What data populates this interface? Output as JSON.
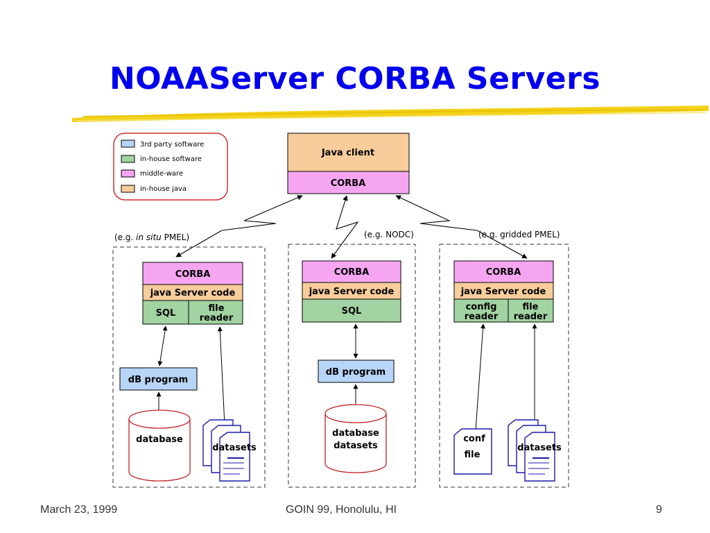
{
  "slide": {
    "title": "NOAAServer CORBA Servers",
    "footer_left": "March 23, 1999",
    "footer_center": "GOIN 99, Honolulu, HI",
    "footer_right": "9"
  },
  "colors": {
    "third_party": "#b7d5f7",
    "in_house_software": "#a2d3a2",
    "middle_ware": "#f6a6f1",
    "in_house_java": "#f8cd9b",
    "title": "#0000ee",
    "highlighter": "#f2d21c"
  },
  "legend": {
    "items": [
      {
        "label": "3rd party software",
        "color": "#b7d5f7"
      },
      {
        "label": "in-house software",
        "color": "#a2d3a2"
      },
      {
        "label": "middle-ware",
        "color": "#f6a6f1"
      },
      {
        "label": "in-house java",
        "color": "#f8cd9b"
      }
    ]
  },
  "client": {
    "top": "Java client",
    "bottom": "CORBA"
  },
  "servers": [
    {
      "caption_prefix": "(e.g. ",
      "caption_italic": "in situ",
      "caption_suffix": " PMEL)",
      "corba": "CORBA",
      "java": "java Server code",
      "left_cell": "SQL",
      "right_cell_1": "file",
      "right_cell_2": "reader",
      "program": "dB program",
      "database": "database",
      "datasets": "datasets"
    },
    {
      "caption": "(e.g.  NODC)",
      "corba": "CORBA",
      "java": "java Server code",
      "sql": "SQL",
      "program": "dB program",
      "database_1": "database",
      "database_2": "datasets"
    },
    {
      "caption": "(e.g.  gridded  PMEL)",
      "corba": "CORBA",
      "java": "java Server code",
      "left_cell_1": "config",
      "left_cell_2": "reader",
      "right_cell_1": "file",
      "right_cell_2": "reader",
      "conf_1": "conf",
      "conf_2": "file",
      "datasets": "datasets"
    }
  ]
}
